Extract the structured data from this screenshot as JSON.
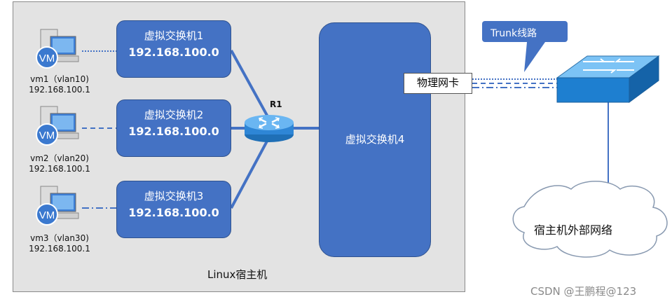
{
  "host": {
    "label": "Linux宿主机"
  },
  "switches": [
    {
      "name": "虚拟交换机1",
      "ip": "192.168.100.0"
    },
    {
      "name": "虚拟交换机2",
      "ip": "192.168.100.0"
    },
    {
      "name": "虚拟交换机3",
      "ip": "192.168.100.0"
    }
  ],
  "switch4": {
    "name": "虚拟交换机4"
  },
  "router": {
    "label": "R1"
  },
  "nic": {
    "label": "物理网卡"
  },
  "trunk": {
    "label": "Trunk线路"
  },
  "vms": [
    {
      "icon_text": "VM",
      "name": "vm1（vlan10)",
      "ip": "192.168.100.1"
    },
    {
      "icon_text": "VM",
      "name": "vm2（vlan20)",
      "ip": "192.168.100.1"
    },
    {
      "icon_text": "VM",
      "name": "vm3（vlan30)",
      "ip": "192.168.100.1"
    }
  ],
  "external": {
    "label": "宿主机外部网络"
  },
  "watermark": "CSDN @王鹏程@123",
  "colors": {
    "switch_fill": "#4472c4",
    "link": "#4472c4",
    "host_bg": "#e3e3e3"
  }
}
